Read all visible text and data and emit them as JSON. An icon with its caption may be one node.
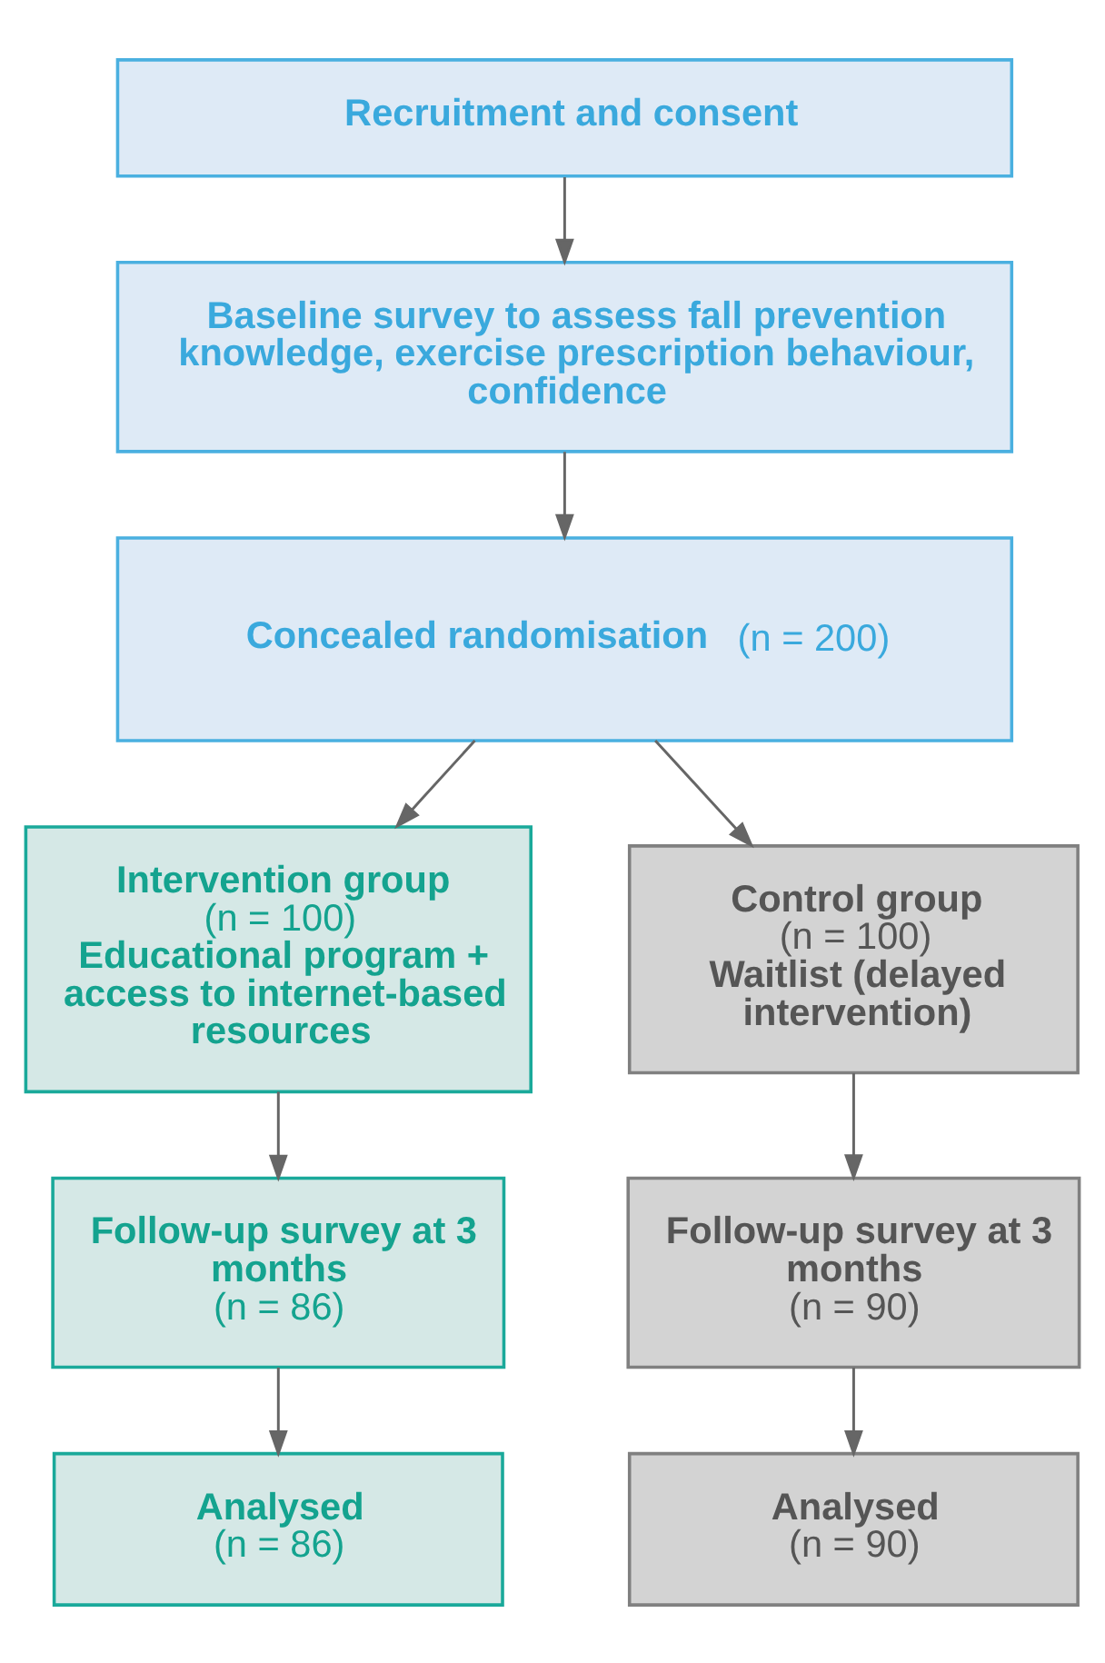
{
  "diagram": {
    "nodes": [
      {
        "text": [
          "Recruitment and consent"
        ]
      },
      {
        "text": [
          "Baseline survey to assess fall prevention knowledge, exercise prescription behaviour, confidence"
        ]
      },
      {
        "text": [
          "**Concealed randomisation** (n = 200)"
        ]
      },
      {
        "text": [
          "Intervention group",
          "(n = 100)",
          "Educational program + access to internet-based resources"
        ]
      },
      {
        "text": [
          "Control group",
          "(n = 100)",
          "Waitlist (delayed intervention)"
        ]
      },
      {
        "text": [
          "Follow-up survey at 3 months",
          "(n = 86)"
        ]
      },
      {
        "text": [
          "Follow-up survey at 3 months",
          "(n = 90)"
        ]
      },
      {
        "text": [
          "Analysed",
          "(n = 86)"
        ]
      },
      {
        "text": [
          "Analysed",
          "(n = 90)"
        ]
      }
    ],
    "edges": [
      {
        "from": 0,
        "to": 1,
        "arrow": "to"
      },
      {
        "from": 1,
        "to": 2,
        "arrow": "to"
      },
      {
        "from": 2,
        "to": 3,
        "arrow": "to"
      },
      {
        "from": 2,
        "to": 4,
        "arrow": "to"
      },
      {
        "from": 3,
        "to": 5,
        "arrow": "to"
      },
      {
        "from": 4,
        "to": 6,
        "arrow": "to"
      },
      {
        "from": 5,
        "to": 7,
        "arrow": "to"
      },
      {
        "from": 6,
        "to": 8,
        "arrow": "to"
      }
    ]
  }
}
